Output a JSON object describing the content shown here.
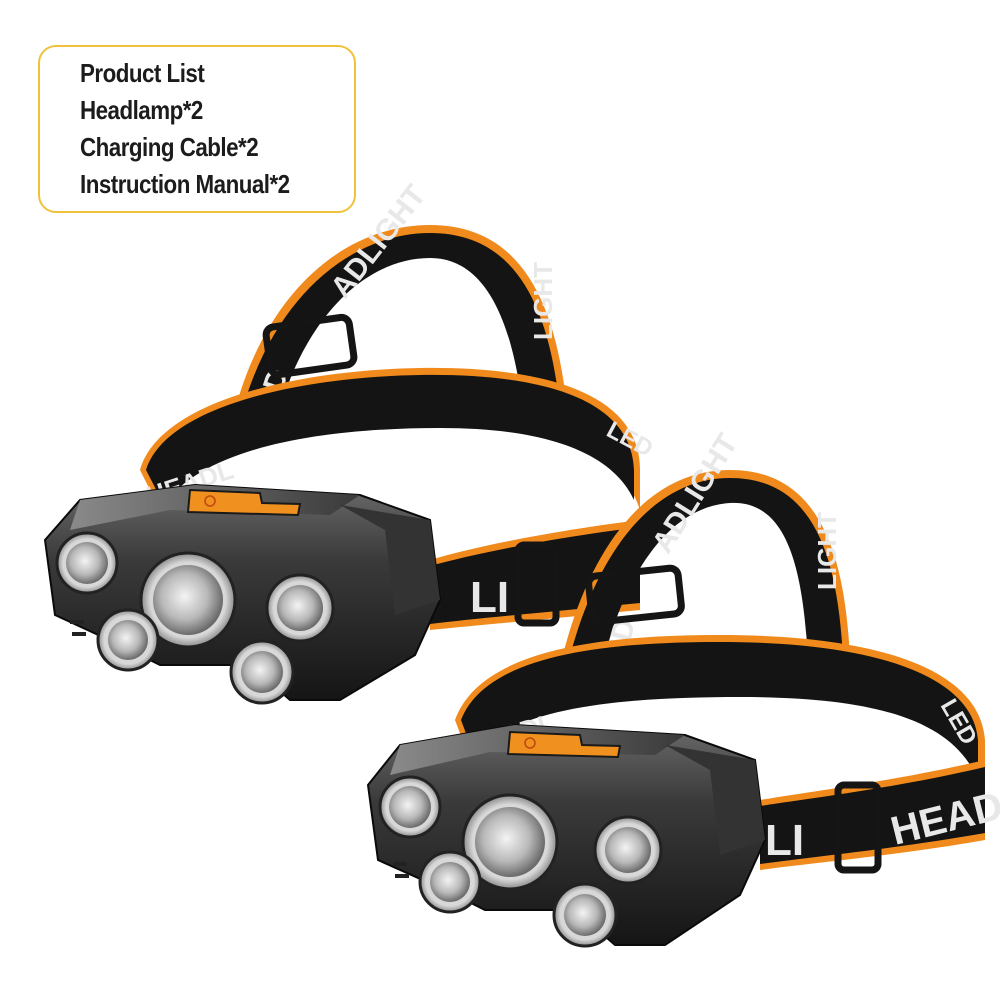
{
  "product_list": {
    "title": "Product List",
    "items": [
      "Headlamp*2",
      "Charging Cable*2",
      "Instruction Manual*2"
    ],
    "border_color": "#f0c23c"
  },
  "products": [
    {
      "name": "headlamp-1",
      "strap_text": [
        "LED",
        "HEADLIGHT",
        "LIGHT",
        "HEADL",
        "LED"
      ],
      "lens_count": 5,
      "body_color": "#2a2a2a",
      "strap_color": "#141414",
      "strap_trim_color": "#f08a1c",
      "button_color": "#f0901e"
    },
    {
      "name": "headlamp-2",
      "strap_text": [
        "LED",
        "HEADLIGHT",
        "LIGHT",
        "HEADL",
        "LED",
        "HEADL"
      ],
      "lens_count": 5,
      "body_color": "#2a2a2a",
      "strap_color": "#141414",
      "strap_trim_color": "#f08a1c",
      "button_color": "#f0901e"
    }
  ],
  "strap_labels": {
    "led": "LED",
    "headlight_top": "ADLIGHT",
    "light": "LIGHT",
    "headl": "HEADL",
    "led_side": "LED",
    "head": "HEAD",
    "li": "LI"
  }
}
